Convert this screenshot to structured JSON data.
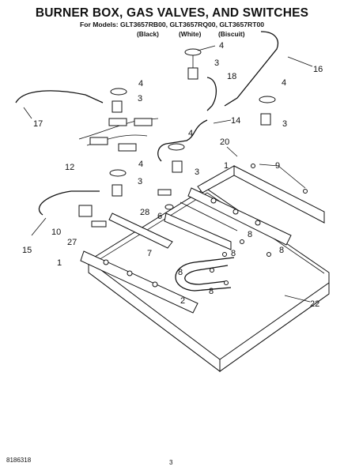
{
  "header": {
    "title": "BURNER BOX, GAS VALVES, AND SWITCHES",
    "models": "For Models: GLT3657RB00, GLT3657RQ00, GLT3657RT00",
    "finishes": [
      "(Black)",
      "(White)",
      "(Biscuit)"
    ]
  },
  "callouts": {
    "c1a": "1",
    "c1b": "1",
    "c2": "2",
    "c3a": "3",
    "c3b": "3",
    "c3c": "3",
    "c3d": "3",
    "c3e": "3",
    "c4a": "4",
    "c4b": "4",
    "c4c": "4",
    "c4d": "4",
    "c4e": "4",
    "c6": "6",
    "c7": "7",
    "c8a": "8",
    "c8b": "8",
    "c8c": "8",
    "c8d": "8",
    "c8e": "8",
    "c9": "9",
    "c10": "10",
    "c12": "12",
    "c14": "14",
    "c15": "15",
    "c16": "16",
    "c17": "17",
    "c18": "18",
    "c20": "20",
    "c22": "22",
    "c27": "27",
    "c28": "28"
  },
  "footer": {
    "doc_number": "8186318",
    "page_number": "3"
  }
}
